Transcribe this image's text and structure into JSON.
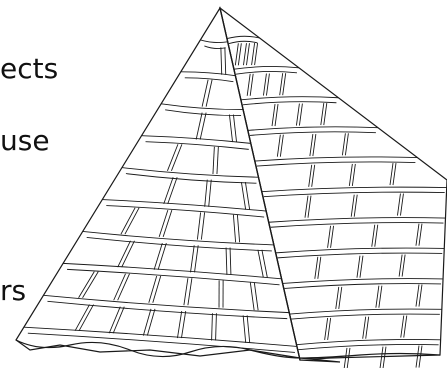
{
  "text_fragments": [
    "ects",
    "use",
    "rs"
  ],
  "colors": {
    "line": "#1a1a1a",
    "fill": "#ffffff",
    "text": "#111111"
  }
}
